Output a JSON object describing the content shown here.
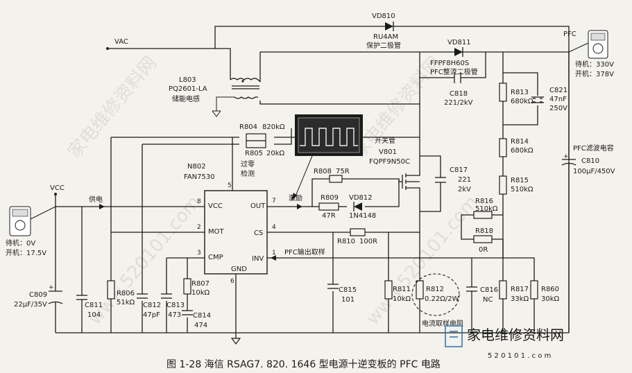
{
  "diagram": {
    "caption": "图 1-28   海信 RSAG7. 820. 1646 型电源十逆变板的 PFC 电路",
    "nets": {
      "vac": "VAC",
      "pfc": "PFC",
      "vcc": "VCC",
      "supply": "供电",
      "excite": "激励",
      "pfc_feedback": "PFC输出取样",
      "zero_detect_1": "过零",
      "zero_detect_2": "检测",
      "current_sense": "电流取样电阻"
    },
    "ic": {
      "ref": "N802",
      "part": "FAN7530",
      "pins": {
        "vcc": "VCC",
        "vcc_num": "8",
        "mot": "MOT",
        "mot_num": "2",
        "cmp": "CMP",
        "cmp_num": "3",
        "gnd": "GND",
        "gnd_num": "6",
        "out": "OUT",
        "out_num": "7",
        "cs": "CS",
        "cs_num": "4",
        "inv": "INV",
        "inv_num": "1",
        "zcd_num": "5"
      }
    },
    "components": {
      "vd810": {
        "ref": "VD810",
        "part": "RU4AM",
        "desc": "保护二极管"
      },
      "vd811": {
        "ref": "VD811",
        "part": "FFPF8H60S",
        "desc": "PFC整流二极管"
      },
      "l803": {
        "ref": "L803",
        "part": "PQ2601-LA",
        "desc": "储能电感"
      },
      "c818": {
        "ref": "C818",
        "value": "221/2kV"
      },
      "r813": {
        "ref": "R813",
        "value": "680kΩ"
      },
      "c821": {
        "ref": "C821",
        "value1": "47nF",
        "value2": "250V"
      },
      "r814": {
        "ref": "R814",
        "value": "680kΩ"
      },
      "r815": {
        "ref": "R815",
        "value": "510kΩ"
      },
      "r816": {
        "ref": "R816",
        "value": "510kΩ"
      },
      "r818": {
        "ref": "R818",
        "value": "0R"
      },
      "c810": {
        "ref": "C810",
        "value": "100μF/450V",
        "desc": "PFC滤波电容"
      },
      "r804": {
        "ref": "R804",
        "value": "820kΩ"
      },
      "r805": {
        "ref": "R805",
        "value": "20kΩ"
      },
      "v801": {
        "ref": "V801",
        "part": "FQPF9N50C",
        "desc": "开关管"
      },
      "c817": {
        "ref": "C817",
        "value1": "221",
        "value2": "2kV"
      },
      "r808": {
        "ref": "R808",
        "value": "75R"
      },
      "r809": {
        "ref": "R809",
        "value": "47R"
      },
      "vd812": {
        "ref": "VD812",
        "part": "1N4148"
      },
      "r810": {
        "ref": "R810",
        "value": "100R"
      },
      "c809": {
        "ref": "C809",
        "value": "22μF/35V"
      },
      "c811": {
        "ref": "C811",
        "value": "104"
      },
      "r806": {
        "ref": "R806",
        "value": "51kΩ"
      },
      "c812": {
        "ref": "C812",
        "value": "47pF"
      },
      "c813": {
        "ref": "C813",
        "value": "473"
      },
      "r807": {
        "ref": "R807",
        "value": "10kΩ"
      },
      "c814": {
        "ref": "C814",
        "value": "474"
      },
      "c815": {
        "ref": "C815",
        "value": "101"
      },
      "r811": {
        "ref": "R811",
        "value": "10kΩ"
      },
      "r812": {
        "ref": "R812",
        "value": "0.22Ω/2W"
      },
      "c816": {
        "ref": "C816",
        "value": "NC"
      },
      "r817": {
        "ref": "R817",
        "value": "33kΩ"
      },
      "r860": {
        "ref": "R860",
        "value": "30kΩ"
      }
    },
    "meters": {
      "right": {
        "standby": "待机：330V",
        "on": "开机：378V"
      },
      "left": {
        "standby": "待机：0V",
        "on": "开机：17.5V"
      }
    },
    "watermarks": {
      "brand": "家电维修资料网",
      "url": "www.520101.com",
      "short": "5 2 0 1 0 1 . c o m"
    }
  }
}
